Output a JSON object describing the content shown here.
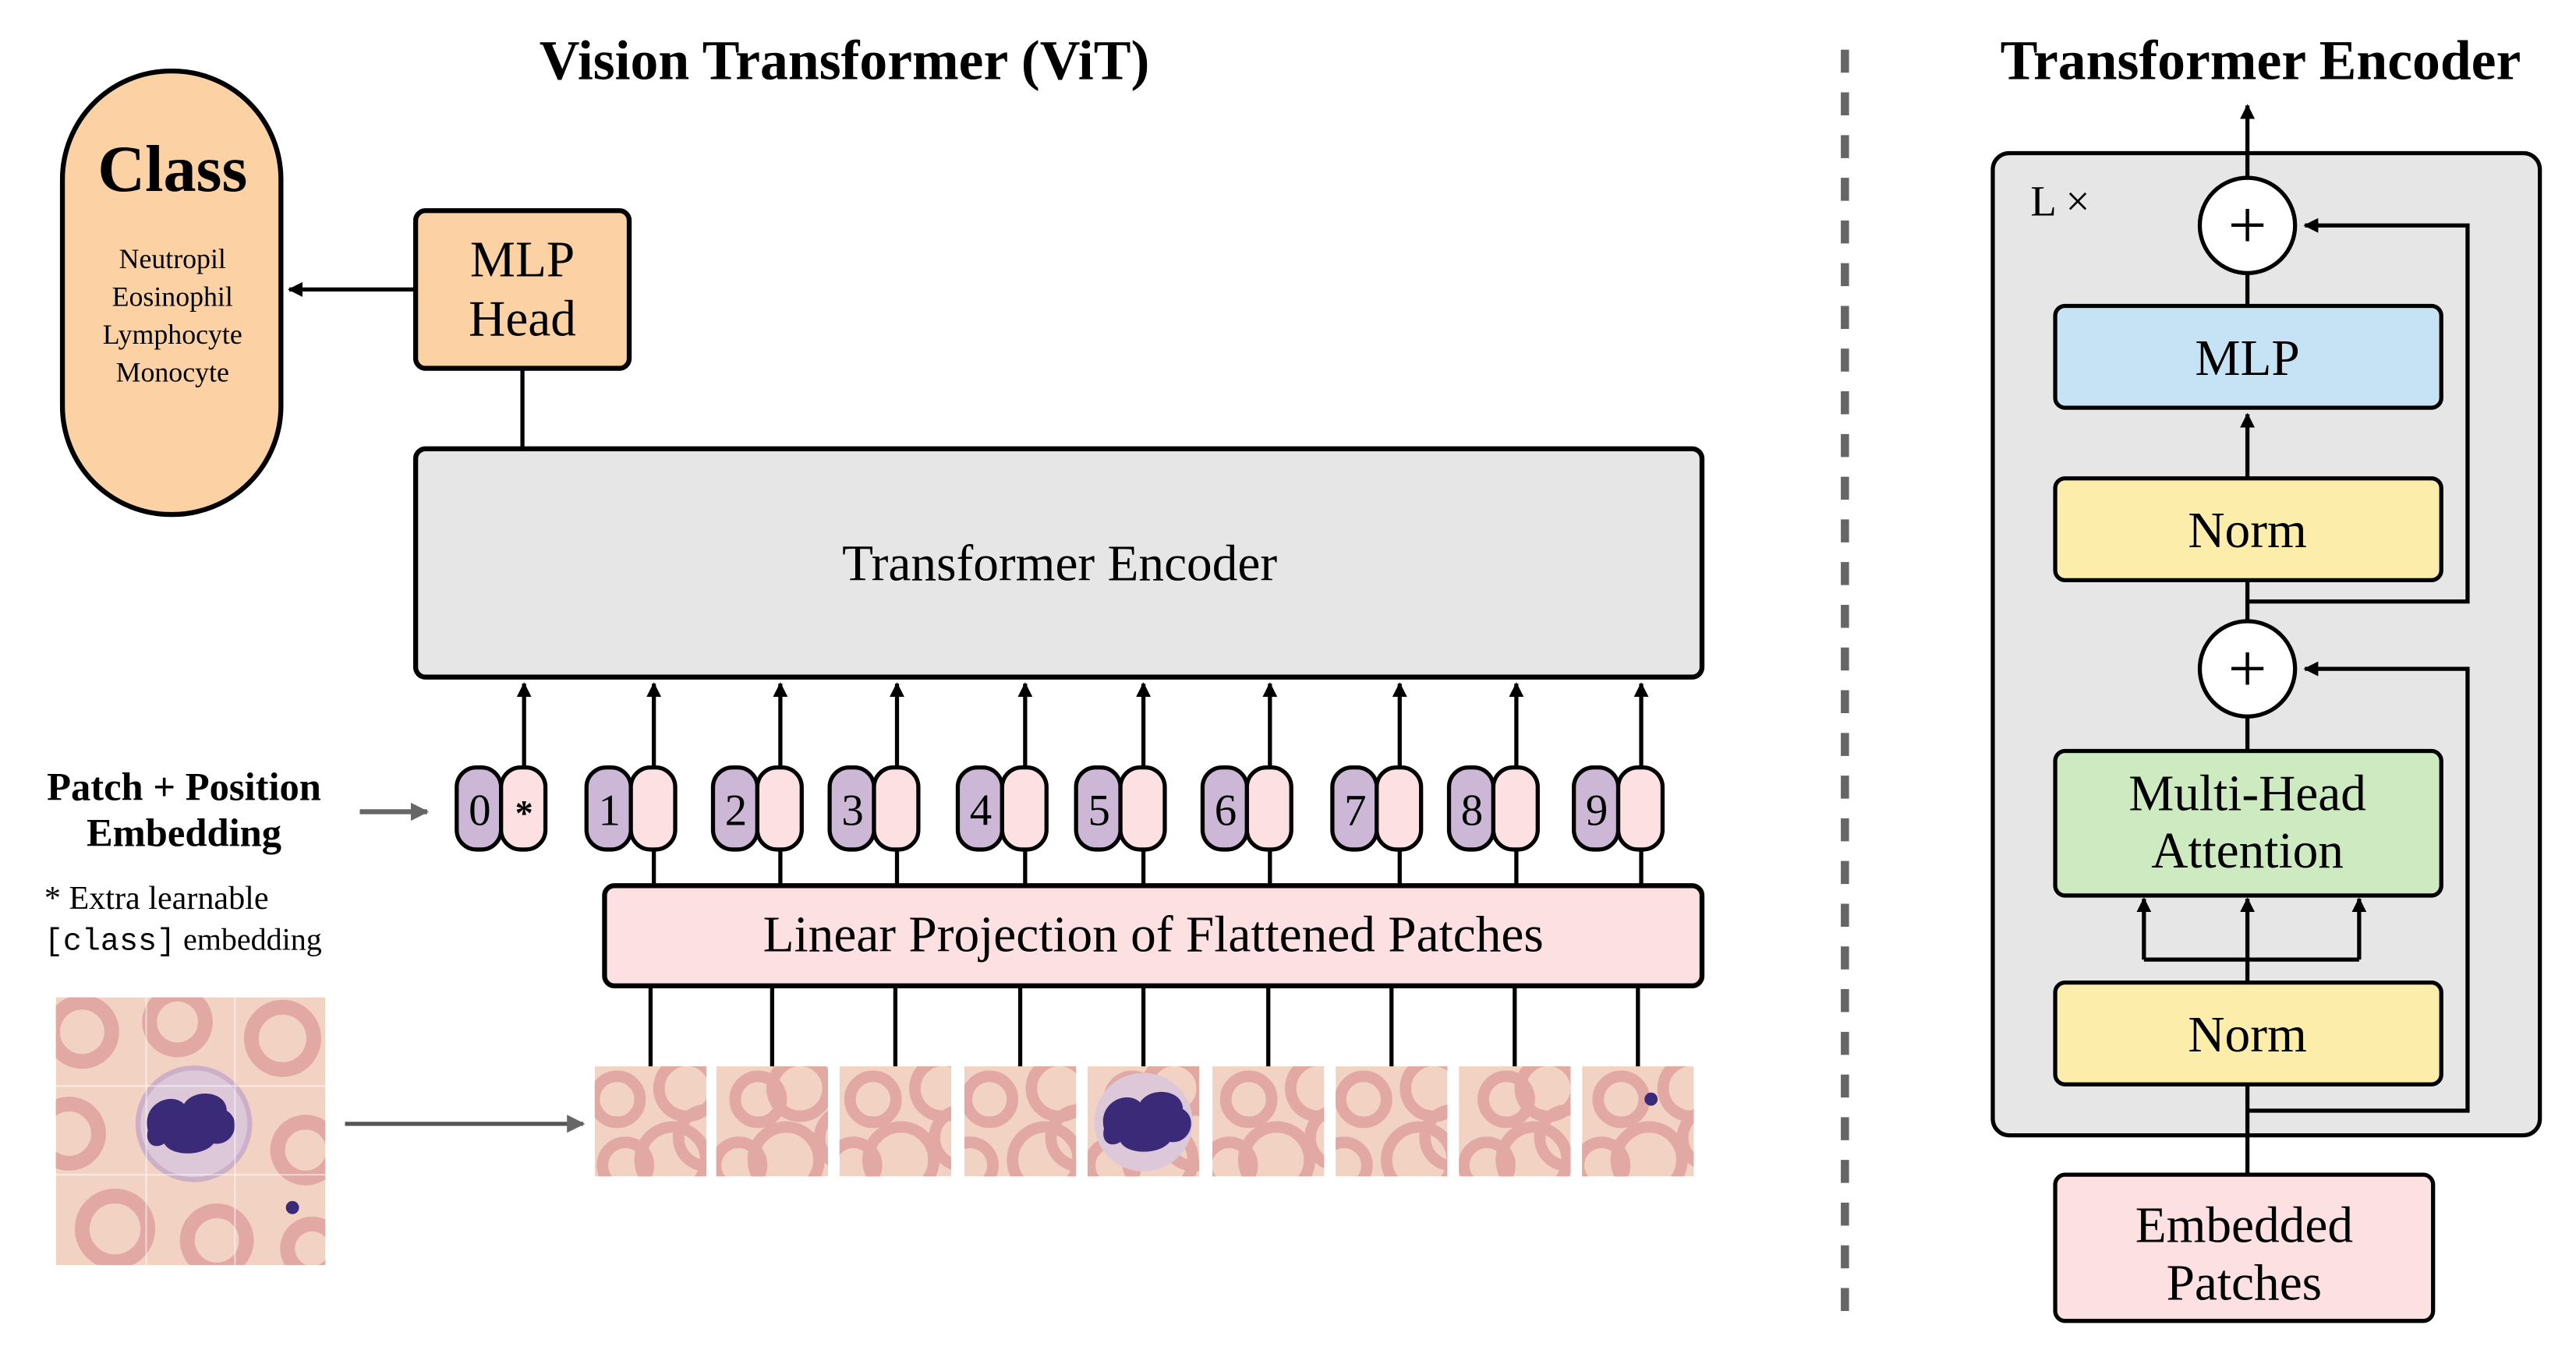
{
  "vit": {
    "title": "Vision Transformer (ViT)",
    "class_box": {
      "title": "Class",
      "items": [
        "Neutropil",
        "Eosinophil",
        "Lymphocyte",
        "Monocyte"
      ]
    },
    "mlp_head": {
      "line1": "MLP",
      "line2": "Head"
    },
    "encoder_label": "Transformer Encoder",
    "embedding_label": {
      "line1": "Patch + Position",
      "line2": "Embedding"
    },
    "footnote": {
      "line1": "* Extra learnable",
      "code": "[class]",
      "rest": " embedding"
    },
    "tokens": [
      {
        "pos": "0",
        "extra": "*"
      },
      {
        "pos": "1"
      },
      {
        "pos": "2"
      },
      {
        "pos": "3"
      },
      {
        "pos": "4"
      },
      {
        "pos": "5"
      },
      {
        "pos": "6"
      },
      {
        "pos": "7"
      },
      {
        "pos": "8"
      },
      {
        "pos": "9"
      }
    ],
    "projection_label": "Linear Projection of Flattened Patches",
    "patches": [
      {
        "cell": "clear"
      },
      {
        "cell": "clear"
      },
      {
        "cell": "clear"
      },
      {
        "cell": "clear"
      },
      {
        "cell": "leukocyte"
      },
      {
        "cell": "clear"
      },
      {
        "cell": "clear"
      },
      {
        "cell": "clear"
      },
      {
        "cell": "small-dot"
      }
    ]
  },
  "encoder": {
    "title": "Transformer Encoder",
    "repeat_label": "L ×",
    "mlp": "MLP",
    "norm_top": "Norm",
    "norm_bottom": "Norm",
    "attention": {
      "line1": "Multi-Head",
      "line2": "Attention"
    },
    "embedded_patches": {
      "line1": "Embedded",
      "line2": "Patches"
    },
    "plus": "+"
  },
  "colors": {
    "class_fill": "#fcd1a3",
    "mlp_head_fill": "#fcd1a3",
    "encoder_fill": "#e6e6e6",
    "projection_fill": "#fde1e2",
    "position_fill": "#ccb8d6",
    "patch_embed_fill": "#fde1e2",
    "mlp_fill": "#c6e3f6",
    "norm_fill": "#fcedaa",
    "attention_fill": "#cdeac0",
    "embedded_fill": "#fde1e2",
    "panel_fill": "#e6e6e6",
    "cell_bg": "#f2d2c2",
    "rbc": "#e2a8a4",
    "nucleus": "#3a2a78"
  }
}
